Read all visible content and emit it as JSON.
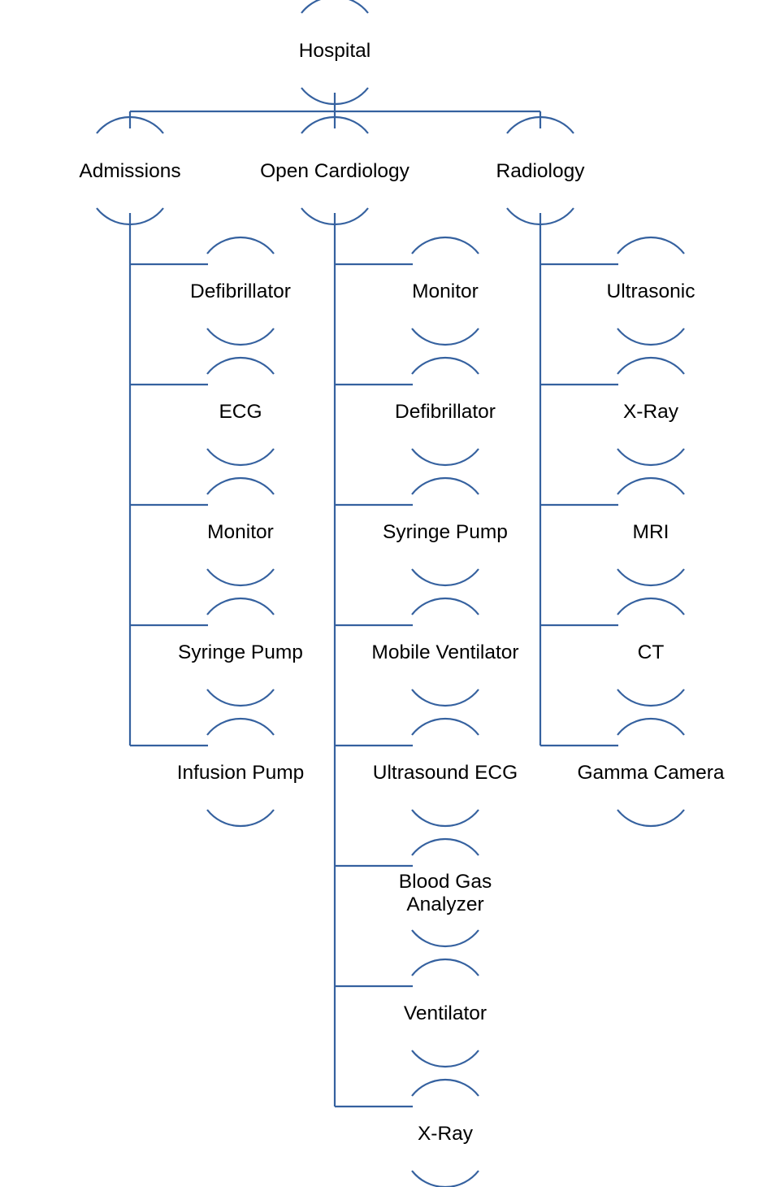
{
  "diagram": {
    "type": "tree",
    "colors": {
      "line": "#35619f",
      "text": "#000000",
      "background": "#ffffff"
    },
    "root": {
      "label": "Hospital",
      "children": [
        {
          "label": "Admissions",
          "children": [
            "Defibrillator",
            "ECG",
            "Monitor",
            "Syringe Pump",
            "Infusion Pump"
          ]
        },
        {
          "label": "Open Cardiology",
          "children": [
            "Monitor",
            "Defibrillator",
            "Syringe Pump",
            "Mobile Ventilator",
            "Ultrasound ECG",
            "Blood Gas\nAnalyzer",
            "Ventilator",
            "X-Ray"
          ]
        },
        {
          "label": "Radiology",
          "children": [
            "Ultrasonic",
            "X-Ray",
            "MRI",
            "CT",
            "Gamma Camera"
          ]
        }
      ]
    }
  }
}
